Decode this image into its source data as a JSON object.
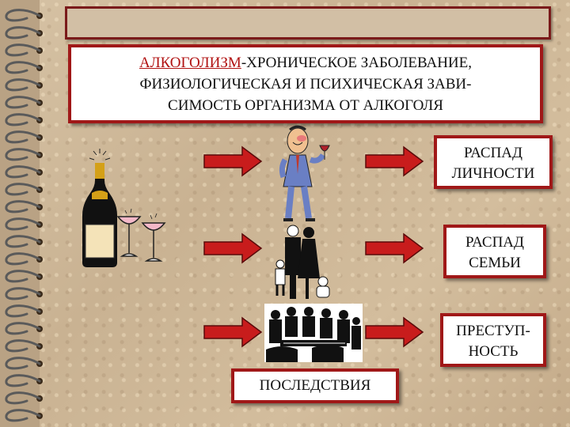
{
  "definition": {
    "term": "АЛКОГОЛИЗМ",
    "rest_line1": "-ХРОНИЧЕСКОЕ ЗАБОЛЕВАНИЕ,",
    "line2": "ФИЗИОЛОГИЧЕСКАЯ И ПСИХИЧЕСКАЯ ЗАВИ-",
    "line3": "СИМОСТЬ ОРГАНИЗМА ОТ АЛКОГОЛЯ"
  },
  "results": [
    {
      "line1": "РАСПАД",
      "line2": "ЛИЧНОСТИ"
    },
    {
      "line1": "РАСПАД",
      "line2": "СЕМЬИ"
    },
    {
      "line1": "ПРЕСТУП-",
      "line2": "НОСТЬ"
    }
  ],
  "consequences_label": "ПОСЛЕДСТВИЯ",
  "colors": {
    "border": "#a01818",
    "arrow": "#c81c1c",
    "term": "#b01010"
  },
  "icons": [
    "spiral-binding-icon",
    "champagne-bottle-icon",
    "wine-glasses-icon",
    "drunk-man-icon",
    "family-icon",
    "gang-meeting-icon",
    "arrow-right-icon"
  ]
}
